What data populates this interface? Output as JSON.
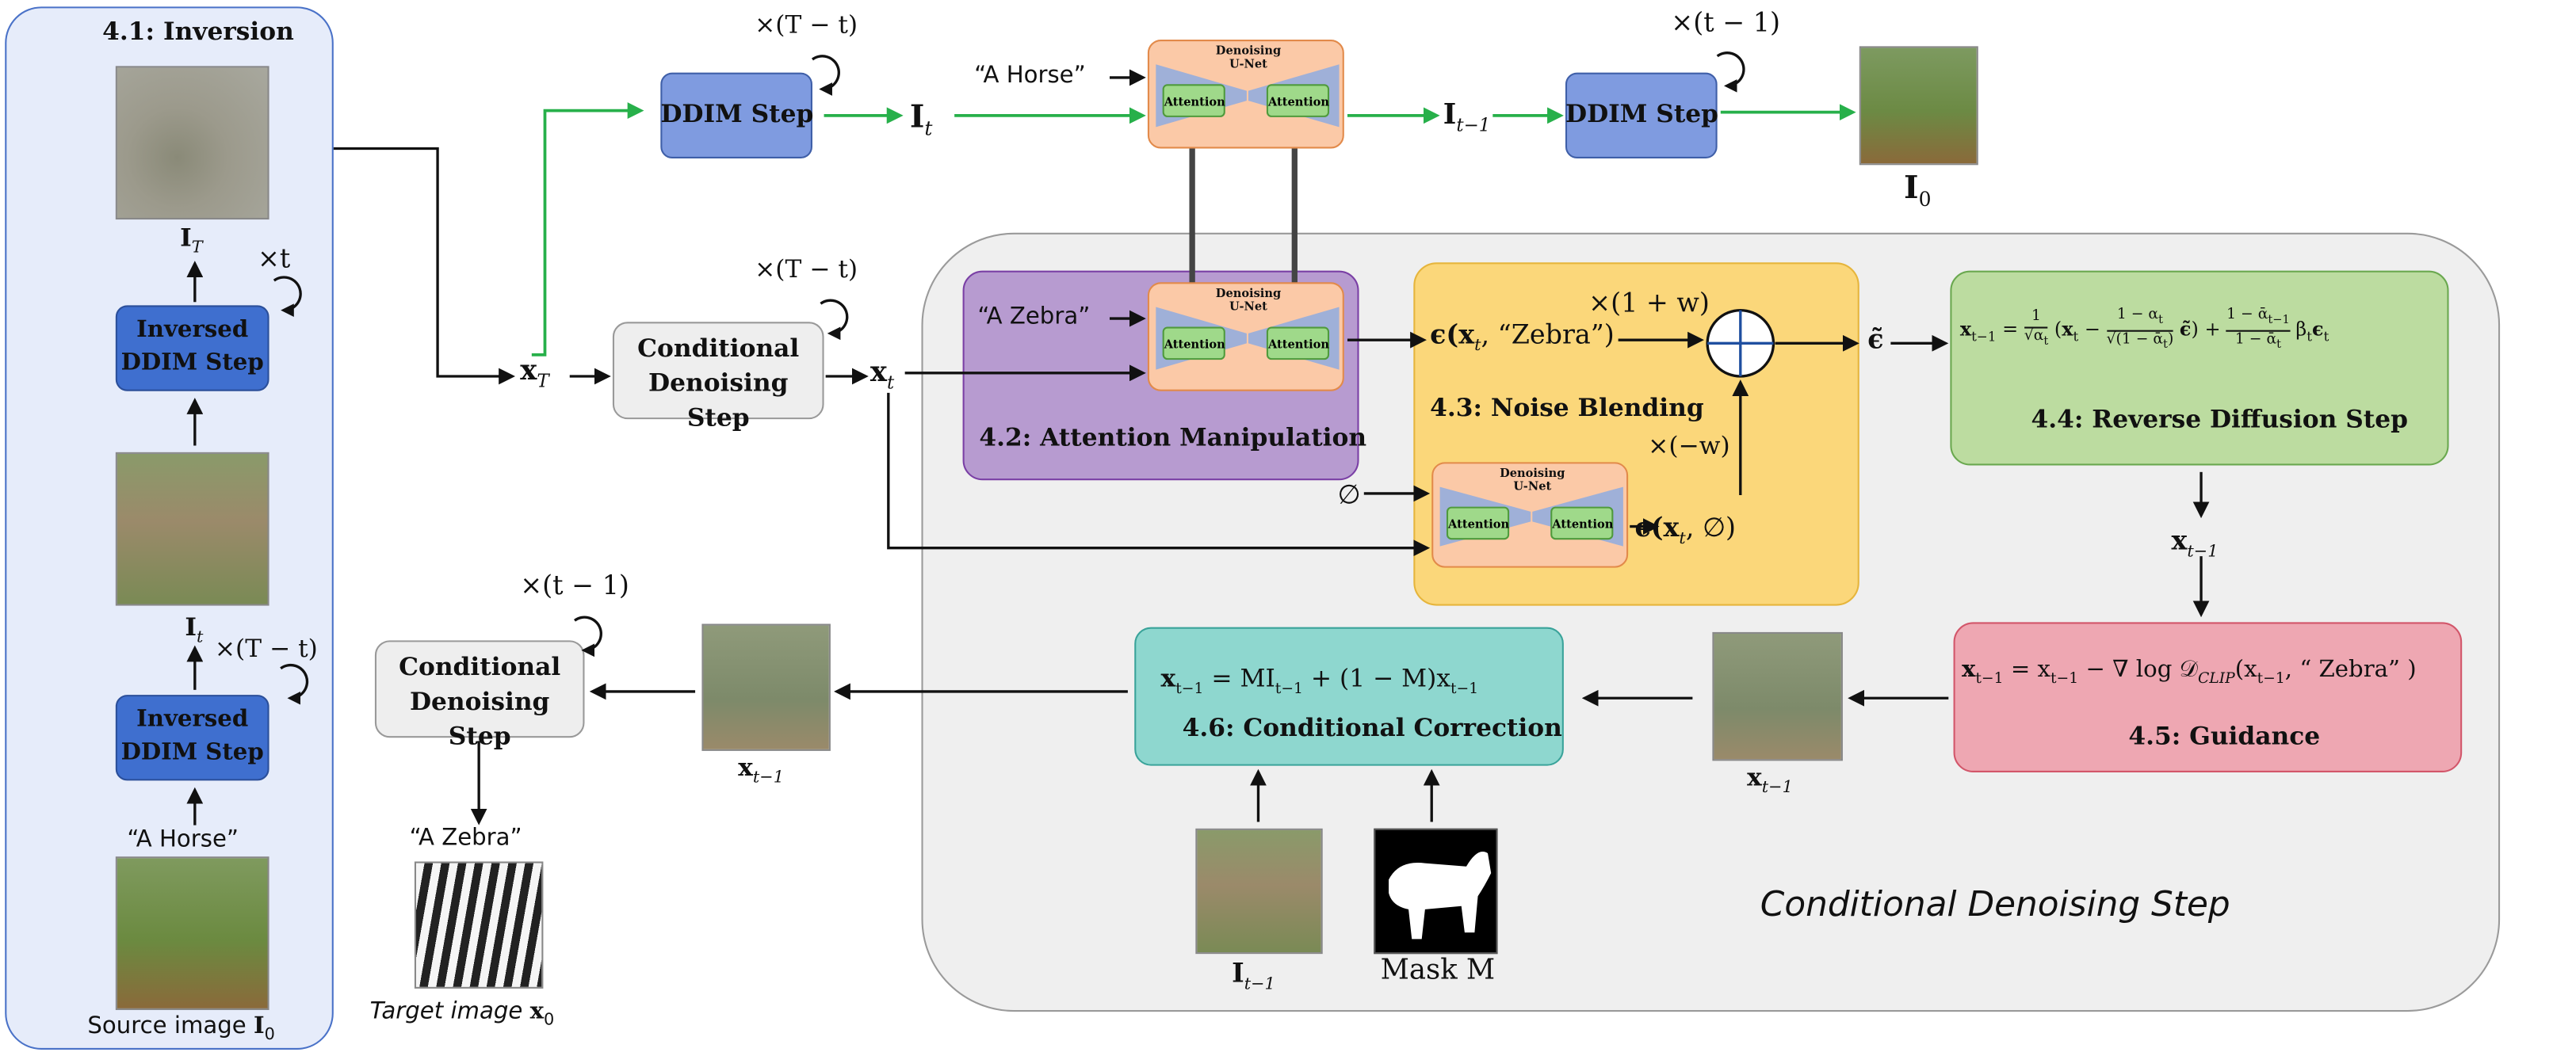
{
  "inversion": {
    "title": "4.1: Inversion",
    "label_it": "I",
    "label_it_sub": "T",
    "times_t": "×t",
    "label_i_t": "I",
    "label_i_t_sub": "t",
    "times_T_minus_t": "×(T − t)",
    "inversed_ddim_label": "Inversed DDIM Step",
    "prompt_horse": "“A Horse”",
    "source_caption": "Source image ",
    "source_bold": "I",
    "source_sub": "0"
  },
  "top_row": {
    "ddim_label": "DDIM Step",
    "repeat_left": "×(T − t)",
    "repeat_right": "×(t − 1)",
    "it_label": "I",
    "it_sub": "t",
    "prompt": "“A Horse”",
    "it1_label": "I",
    "it1_sub": "t−1",
    "i0_label": "I",
    "i0_sub": "0"
  },
  "unet": {
    "title": "Denoising U-Net",
    "attention": "Attention"
  },
  "middle_row": {
    "xT": "x",
    "xT_sub": "T",
    "cond_step": "Conditional Denoising Step",
    "repeat": "×(T − t)",
    "xt": "x",
    "xt_sub": "t"
  },
  "attention_manip": {
    "prompt": "“A Zebra”",
    "title": "4.2: Attention Manipulation",
    "null_symbol": "∅"
  },
  "noise_blending": {
    "title": "4.3: Noise Blending",
    "eps_zebra": "ϵ(x",
    "eps_zebra_tail": ", “Zebra”)",
    "eps_null": "ϵ(x",
    "eps_null_tail": ", ∅)",
    "weight_pos": "×(1 + w)",
    "weight_neg": "×(−w)",
    "eps_tilde": "ϵ̃"
  },
  "reverse_step": {
    "title": "4.4: Reverse Diffusion Step",
    "formula": "x_{t−1} = 1/√α_t ( x_t − (1 − α_t)/√(1 − ᾱ_t) ϵ̃ ) + (1 − ᾱ_{t−1})/(1 − ᾱ_t) β_t ϵ_t",
    "x_next": "x",
    "x_next_sub": "t−1"
  },
  "guidance": {
    "title": "4.5: Guidance",
    "formula_head": "x",
    "formula_head_sub": "t−1",
    "formula_mid": " = x",
    "formula_mid_sub": "t−1",
    "formula_tail": " − ∇ log 𝒟",
    "formula_clip": "CLIP",
    "formula_end": "(x",
    "formula_end_sub": "t−1",
    "formula_close": ", “ Zebra” )"
  },
  "correction": {
    "title": "4.6: Conditional Correction",
    "formula": "x",
    "formula_sub": "t−1",
    "formula_rest": " = MI",
    "formula_rest_sub": "t−1",
    "formula_end": " + (1 − M)x",
    "formula_end_sub": "t−1",
    "it1_caption": "I",
    "it1_caption_sub": "t−1",
    "mask_caption": "Mask M",
    "x_caption": "x",
    "x_caption_sub": "t−1"
  },
  "bottom_left": {
    "repeat": "×(t − 1)",
    "cond_step": "Conditional Denoising Step",
    "x_caption": "x",
    "x_caption_sub": "t−1",
    "prompt": "“A Zebra”",
    "target_caption": "Target image ",
    "target_bold": "x",
    "target_sub": "0"
  },
  "panel": {
    "title": "Conditional Denoising Step"
  },
  "colors": {
    "inversion_bg": "#e6ecfa",
    "inversion_border": "#4a72c8",
    "ddim_fill": "#7f9be0",
    "inversed_fill": "#3f6fcf",
    "panel_bg": "#efefef",
    "purple": "#b79bd0",
    "yellow": "#fbd77a",
    "green_box": "#bcdca0",
    "pink_box": "#eea7b2",
    "teal_box": "#8ed7cf",
    "unet_bg": "#fbc9a7",
    "unet_wedge": "#9fb0d8",
    "attention_fill": "#9fd98a",
    "green_arrow": "#27b04a"
  }
}
